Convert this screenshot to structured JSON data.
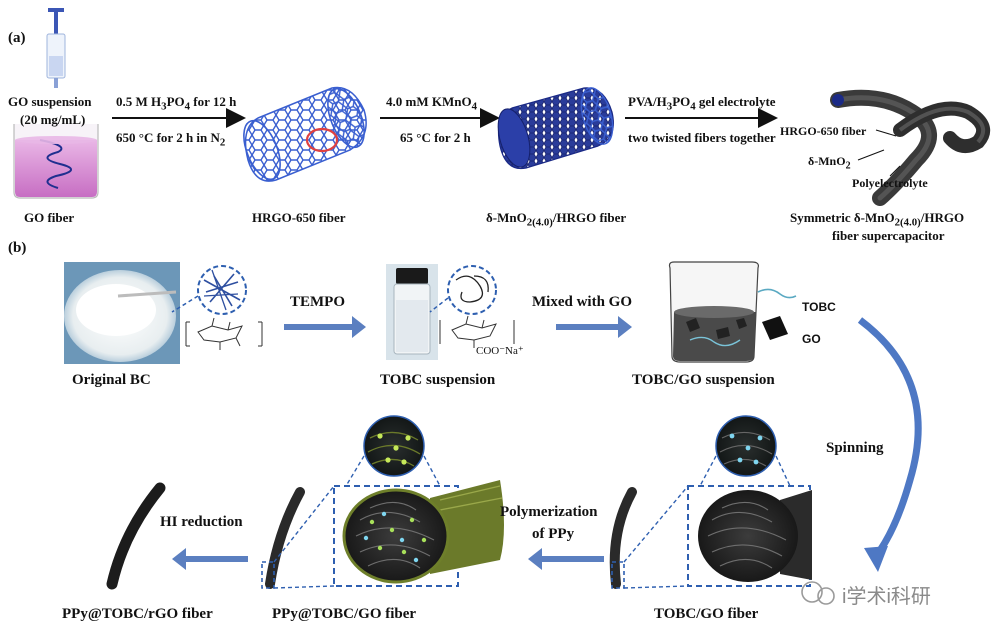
{
  "panel_a": {
    "label": "(a)",
    "go_suspension_line1": "GO suspension",
    "go_suspension_line2": "(20 mg/mL)",
    "go_fiber": "GO fiber",
    "step1_top_prefix": "0.5 M H",
    "step1_top_sub1": "3",
    "step1_top_mid": "PO",
    "step1_top_sub2": "4",
    "step1_top_suffix": " for 12 h",
    "step1_bottom_prefix": "650 °C for 2 h in N",
    "step1_bottom_sub": "2",
    "hrgo_fiber": "HRGO-650 fiber",
    "step2_top_prefix": "4.0 mM KMnO",
    "step2_top_sub": "4",
    "step2_bottom": "65 °C for 2 h",
    "mno2_prefix": "δ-MnO",
    "mno2_sub": "2(4.0)",
    "mno2_suffix": "/HRGO fiber",
    "step3_top_prefix": "PVA/H",
    "step3_top_sub1": "3",
    "step3_top_mid": "PO",
    "step3_top_sub2": "4",
    "step3_top_suffix": " gel electrolyte",
    "step3_bottom": "two twisted fibers together",
    "callout_hrgo": "HRGO-650 fiber",
    "callout_mno2_prefix": "δ-MnO",
    "callout_mno2_sub": "2",
    "callout_poly": "Polyelectrolyte",
    "sym_line1_prefix": "Symmetric δ-MnO",
    "sym_line1_sub": "2(4.0)",
    "sym_line1_suffix": "/HRGO",
    "sym_line2": "fiber supercapacitor"
  },
  "panel_b": {
    "label": "(b)",
    "original_bc": "Original BC",
    "tempo": "TEMPO",
    "tobc_suspension": "TOBC suspension",
    "mixed_with_go": "Mixed with GO",
    "tobc_go_suspension": "TOBC/GO suspension",
    "beaker_tobc": "TOBC",
    "beaker_go": "GO",
    "spinning": "Spinning",
    "tobc_go_fiber": "TOBC/GO  fiber",
    "polymerization_line1": "Polymerization",
    "polymerization_line2": "of PPy",
    "ppy_tobc_go_fiber": "PPy@TOBC/GO  fiber",
    "hi_reduction": "HI  reduction",
    "ppy_tobc_rgo_fiber": "PPy@TOBC/rGO fiber",
    "struct_label_left": "COO⁻Na⁺",
    "watermark": "i学术i科研"
  },
  "colors": {
    "arrow_blue": "#5b7fc0",
    "dashed_blue": "#2e5fb0",
    "fiber_dark": "#222222",
    "mesh_blue": "#3a5fd0",
    "go_pink": "#d78bd0"
  }
}
